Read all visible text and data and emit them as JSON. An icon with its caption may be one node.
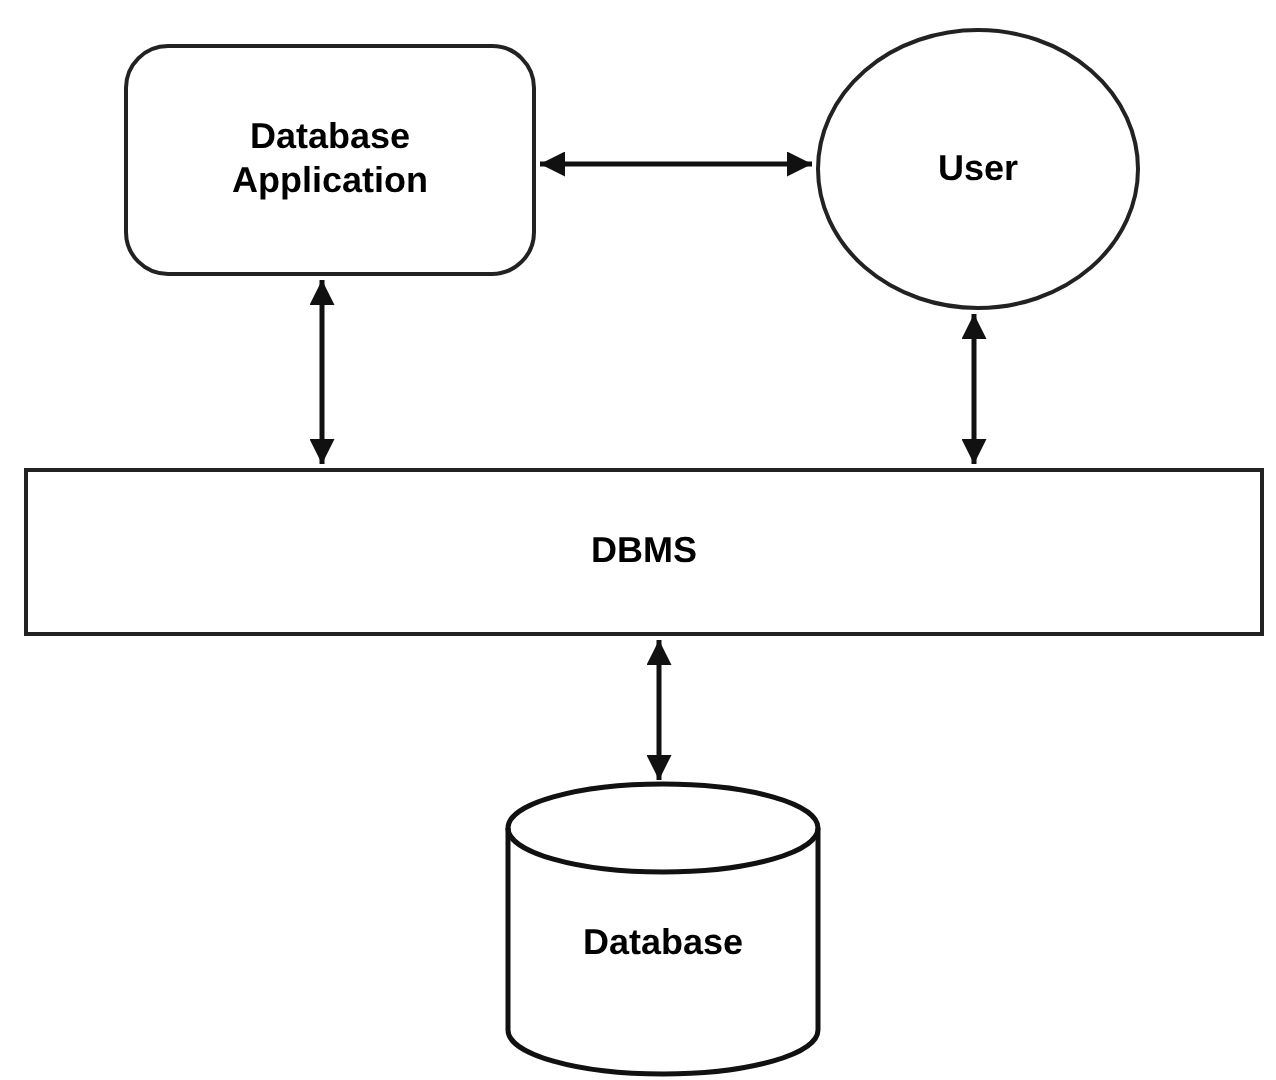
{
  "diagram": {
    "nodes": [
      {
        "text": [
          "Database Application"
        ]
      },
      {
        "text": [
          "User"
        ]
      },
      {
        "text": [
          "DBMS"
        ]
      },
      {
        "text": [
          "Database"
        ]
      }
    ],
    "edges": [
      {
        "from": 0,
        "to": 1,
        "arrow": "both"
      },
      {
        "from": 0,
        "to": 2,
        "arrow": "both"
      },
      {
        "from": 1,
        "to": 2,
        "arrow": "both"
      },
      {
        "from": 2,
        "to": 3,
        "arrow": "both"
      }
    ]
  }
}
